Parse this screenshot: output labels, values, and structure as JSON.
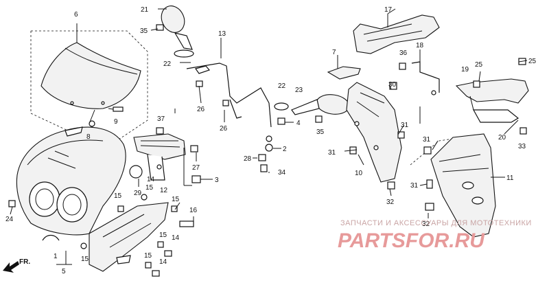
{
  "callouts": {
    "c1": "1",
    "c2": "2",
    "c3": "3",
    "c4": "4",
    "c5": "5",
    "c6": "6",
    "c7": "7",
    "c8": "8",
    "c9": "9",
    "c10": "10",
    "c11": "11",
    "c12": "12",
    "c13": "13",
    "c14a": "14",
    "c14b": "14",
    "c15a": "15",
    "c15b": "15",
    "c15c": "15",
    "c15d": "15",
    "c15e": "15",
    "c15f": "15",
    "c16": "16",
    "c17": "17",
    "c18": "18",
    "c19": "19",
    "c20": "20",
    "c21": "21",
    "c22a": "22",
    "c22b": "22",
    "c23": "23",
    "c24": "24",
    "c25": "25",
    "c25b": "25",
    "c26a": "26",
    "c26b": "26",
    "c27": "27",
    "c28": "28",
    "c29": "29",
    "c30": "30",
    "c31a": "31",
    "c31b": "31",
    "c31c": "31",
    "c31d": "31",
    "c32a": "32",
    "c32b": "32",
    "c33": "33",
    "c34": "34",
    "c35a": "35",
    "c35b": "35",
    "c36": "36",
    "c37": "37"
  },
  "front_arrow": "FR.",
  "watermark": {
    "line1": "ЗАПЧАСТИ И АКСЕССУАРЫ ДЛЯ МОТОТЕХНИКИ",
    "line2": "PARTSFOR.RU"
  }
}
